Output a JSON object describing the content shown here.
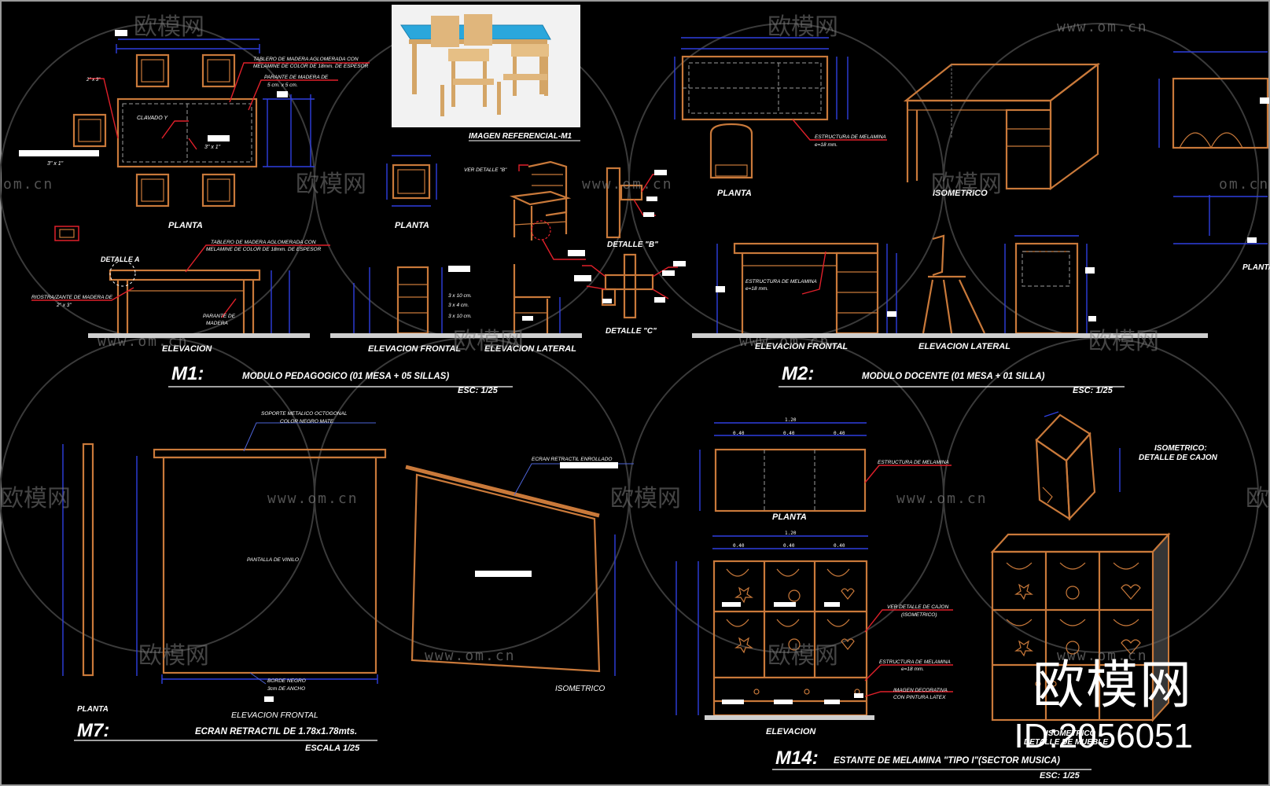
{
  "ref_image_label": "IMAGEN REFERENCIAL-M1",
  "watermark": {
    "brand": "欧模网",
    "url": "www.om.cn",
    "url_short": "om.cn",
    "id": "ID:2056051"
  },
  "m1": {
    "code": "M1:",
    "title": "MODULO PEDAGOGICO (01 MESA + 05 SILLAS)",
    "scale": "ESC: 1/25",
    "views": {
      "planta_table": "PLANTA",
      "planta_chair": "PLANTA",
      "elevacion": "ELEVACION",
      "elev_frontal": "ELEVACION FRONTAL",
      "elev_lateral": "ELEVACION LATERAL",
      "detalle_a": "DETALLE A",
      "detalle_b": "DETALLE \"B\"",
      "detalle_c": "DETALLE \"C\""
    },
    "notes": {
      "tablero1": "TABLERO DE MADERA AGLOMERADA CON",
      "tablero2": "MELAMINE DE COLOR DE 18mm. DE ESPESOR",
      "parante1": "PARANTE DE MADERA DE",
      "parante2": "5 cm. x 5 cm.",
      "clavado": "CLAVADO Y",
      "ver_detalle": "VER DETALLE \"B\"",
      "tablero3": "TABLERO DE MADERA AGLOMERADA CON",
      "tablero4": "MELAMINE DE COLOR DE 18mm. DE ESPESOR",
      "riostra1": "RIOSTRA/ZANTE DE MADERA DE",
      "riostra2": "2\" x 3\"",
      "parante3": "PARANTE DE",
      "parante4": "MADERA",
      "sec1": "3\" x 1\"",
      "sec2": "3\" x 1\"",
      "sec3": "2\" x 3\""
    }
  },
  "m2": {
    "code": "M2:",
    "title": "MODULO DOCENTE (01 MESA + 01 SILLA)",
    "scale": "ESC: 1/25",
    "views": {
      "planta": "PLANTA",
      "isometrico": "ISOMETRICO",
      "elev_frontal": "ELEVACION FRONTAL",
      "elev_lateral": "ELEVACION LATERAL",
      "planta_right": "PLANTA"
    },
    "notes": {
      "estructura1": "ESTRUCTURA DE MELAMINA",
      "estructura1b": "e=18 mm.",
      "estructura2": "ESTRUCTURA DE MELAMINA",
      "estructura2b": "e=18 mm."
    }
  },
  "m7": {
    "code": "M7:",
    "title": "ECRAN RETRACTIL DE 1.78x1.78mts.",
    "scale": "ESCALA 1/25",
    "views": {
      "planta": "PLANTA",
      "elev_frontal": "ELEVACION FRONTAL",
      "isometrico": "ISOMETRICO"
    },
    "notes": {
      "soporte1": "SOPORTE METALICO OCTOGONAL",
      "soporte2": "COLOR NEGRO MATE",
      "pantalla": "PANTALLA DE VINILO",
      "ecran": "ECRAN RETRACTIL ENROLLADO",
      "borde1": "BORDE NEGRO",
      "borde2": "3cm DE ANCHO"
    }
  },
  "m14": {
    "code": "M14:",
    "title": "ESTANTE DE MELAMINA \"TIPO I\"(SECTOR MUSICA)",
    "scale": "ESC: 1/25",
    "views": {
      "planta": "PLANTA",
      "elevacion": "ELEVACION",
      "iso_cajon1": "ISOMETRICO:",
      "iso_cajon2": "DETALLE DE CAJON",
      "iso_mueble1": "ISOMETRICO",
      "iso_mueble2": "DETALLE DE MUEBLE"
    },
    "notes": {
      "estructura1": "ESTRUCTURA DE MELAMINA",
      "ver_detalle1": "VER DETALLE DE CAJON",
      "ver_detalle2": "(ISOMETRICO)",
      "estructura2": "ESTRUCTURA DE MELAMINA",
      "estructura2b": "e=18 mm.",
      "imagen1": "IMAGEN DECORATIVA",
      "imagen2": "CON PINTURA LATEX"
    },
    "dims": {
      "total_width": "1.20",
      "d1": "0.40",
      "d2": "0.40",
      "d3": "0.40"
    }
  },
  "colors": {
    "background": "#000000",
    "wood": "#c9793a",
    "dimension": "#2f3fe0",
    "leader": "#e0202a",
    "table_top": "#2aa7dc"
  }
}
